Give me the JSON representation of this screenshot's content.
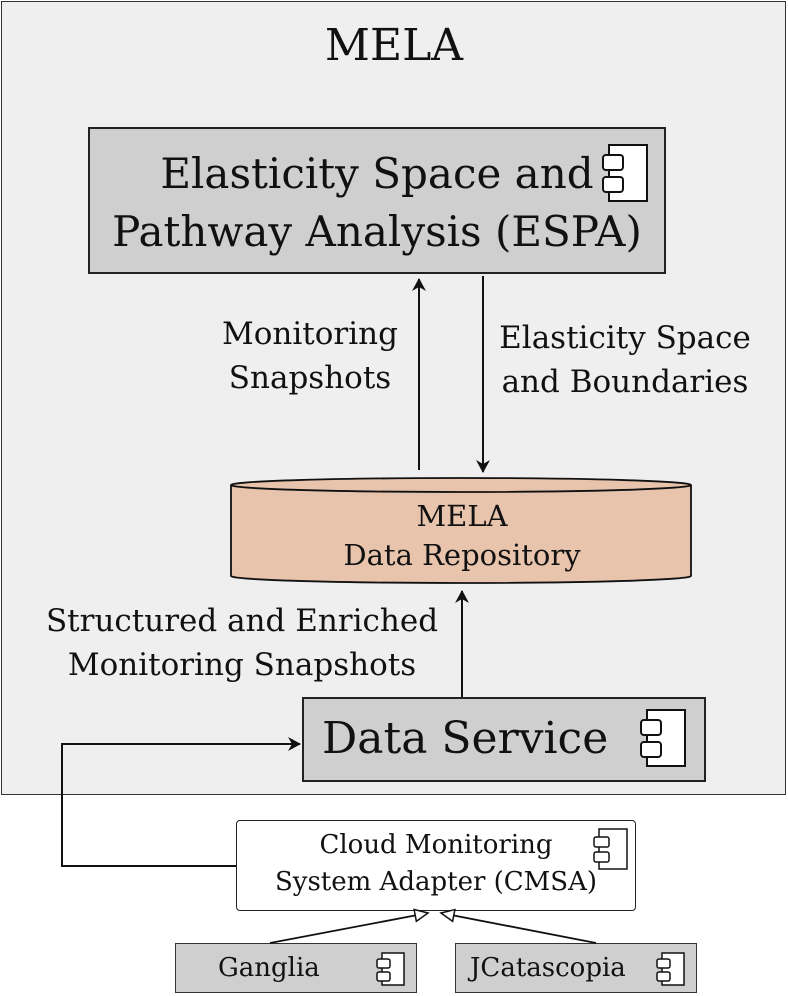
{
  "title": "MELA",
  "espa": {
    "line1": "Elasticity Space and",
    "line2": "Pathway Analysis (ESPA)"
  },
  "labels": {
    "monitoring_snapshots": {
      "line1": "Monitoring",
      "line2": "Snapshots"
    },
    "elasticity_space": {
      "line1": "Elasticity Space",
      "line2": "and Boundaries"
    },
    "structured": {
      "line1": "Structured and Enriched",
      "line2": "Monitoring Snapshots"
    }
  },
  "repository": {
    "line1": "MELA",
    "line2": "Data Repository"
  },
  "data_service": {
    "label": "Data Service"
  },
  "cmsa": {
    "line1": "Cloud Monitoring",
    "line2": "System Adapter (CMSA)"
  },
  "sources": [
    {
      "label": "Ganglia"
    },
    {
      "label": "JCatascopia"
    }
  ],
  "colors": {
    "mela_bg": "#efefef",
    "component_fill": "#cfcfcf",
    "repository_fill": "#e8c4ad"
  }
}
